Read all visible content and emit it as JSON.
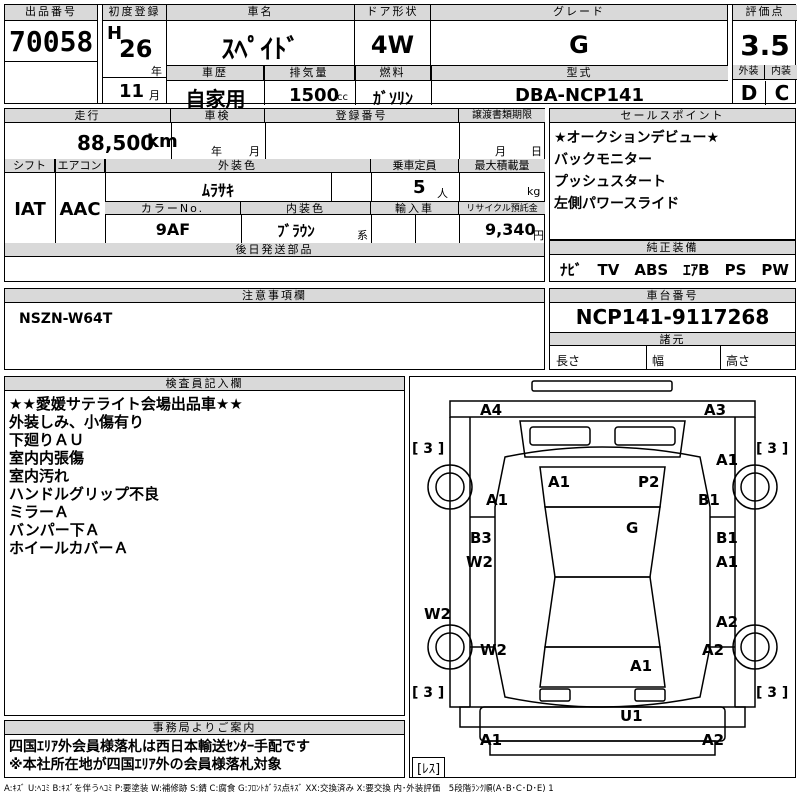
{
  "header": {
    "lot_label": "出品番号",
    "lot_value": "70058",
    "first_reg_label": "初度登録",
    "era": "H",
    "year": "26",
    "year_unit": "年",
    "month": "11",
    "month_unit": "月",
    "name_label": "車名",
    "name_value": "ｽﾍﾟｲﾄﾞ",
    "door_label": "ドア形状",
    "door_value": "4W",
    "grade_label": "グレード",
    "grade_value": "G",
    "score_label": "評価点",
    "score_value": "3.5",
    "ext_label": "外装",
    "ext_value": "D",
    "int_label": "内装",
    "int_value": "C",
    "history_label": "車歴",
    "history_value": "自家用",
    "disp_label": "排気量",
    "disp_value": "1500",
    "disp_unit": "cc",
    "fuel_label": "燃料",
    "fuel_value": "ｶﾞｿﾘﾝ",
    "model_label": "型式",
    "model_value": "DBA-NCP141"
  },
  "row2": {
    "mileage_label": "走行",
    "mileage_value": "88,500",
    "mileage_unit": "km",
    "inspection_label": "車検",
    "year_unit": "年",
    "month_unit": "月",
    "reg_label": "登録番号",
    "transfer_label": "譲渡書類期限",
    "t_month_unit": "月",
    "t_day_unit": "日",
    "shift_label": "シフト",
    "shift_value": "IAT",
    "ac_label": "エアコン",
    "ac_value": "AAC",
    "color_label": "外装色",
    "color_value": "ﾑﾗｻｷ",
    "capacity_label": "乗車定員",
    "capacity_value": "5",
    "capacity_unit": "人",
    "load_label": "最大積載量",
    "load_unit": "kg",
    "colorno_label": "カラーNo.",
    "colorno_value": "9AF",
    "interior_label": "内装色",
    "interior_value": "ﾌﾞﾗｳﾝ",
    "interior_unit": "系",
    "import_label": "輸入車",
    "recycle_label": "リサイクル預託金",
    "recycle_value": "9,340",
    "recycle_unit": "円",
    "later_label": "後日発送部品"
  },
  "sales": {
    "label": "セールスポイント",
    "points": [
      "★オークションデビュー★",
      "バックモニター",
      "プッシュスタート",
      "左側パワースライド"
    ]
  },
  "equip": {
    "label": "純正装備",
    "value": "ﾅﾋﾞ　TV　ABS　ｴｱB　PS　PW"
  },
  "notes": {
    "label": "注意事項欄",
    "value": "NSZN-W64T"
  },
  "chassis": {
    "label": "車台番号",
    "value": "NCP141-9117268",
    "dims_label": "諸元",
    "length_label": "長さ",
    "width_label": "幅",
    "height_label": "高さ"
  },
  "inspector": {
    "label": "検査員記入欄",
    "lines": [
      "★★愛媛サテライト会場出品車★★",
      "外装しみ、小傷有り",
      "下廻りＡＵ",
      "室内内張傷",
      "室内汚れ",
      "ハンドルグリップ不良",
      "ミラーＡ",
      "バンパー下Ａ",
      "ホイールカバーＡ"
    ]
  },
  "office": {
    "label": "事務局よりご案内",
    "lines": [
      "四国ｴﾘｱ外会員様落札は西日本輸送ｾﾝﾀｰ手配です",
      "※本社所在地が四国ｴﾘｱ外の会員様落札対象"
    ]
  },
  "diagram": {
    "marks": [
      "A4",
      "A3",
      "A1",
      "A1",
      "P2",
      "A1",
      "B1",
      "G",
      "B3",
      "B1",
      "W2",
      "A1",
      "W2",
      "A2",
      "W2",
      "A2",
      "A1",
      "U1",
      "A1",
      "A2"
    ],
    "tire_marks": [
      "[ 3 ]",
      "[ 3 ]",
      "[ 3 ]",
      "[ 3 ]"
    ],
    "spare": "[ﾚｽ]"
  },
  "legend": "A:ｷｽﾞ  U:ﾍｺﾐ  B:ｷｽﾞを伴うﾍｺﾐ  P:要塗装  W:補修跡  S:錆  C:腐食  G:ﾌﾛﾝﾄｶﾞﾗｽ点ｷｽﾞ  XX:交換済み  X:要交換  内･外装評価　5段階ﾗﾝｸ順(A･B･C･D･E) 1"
}
